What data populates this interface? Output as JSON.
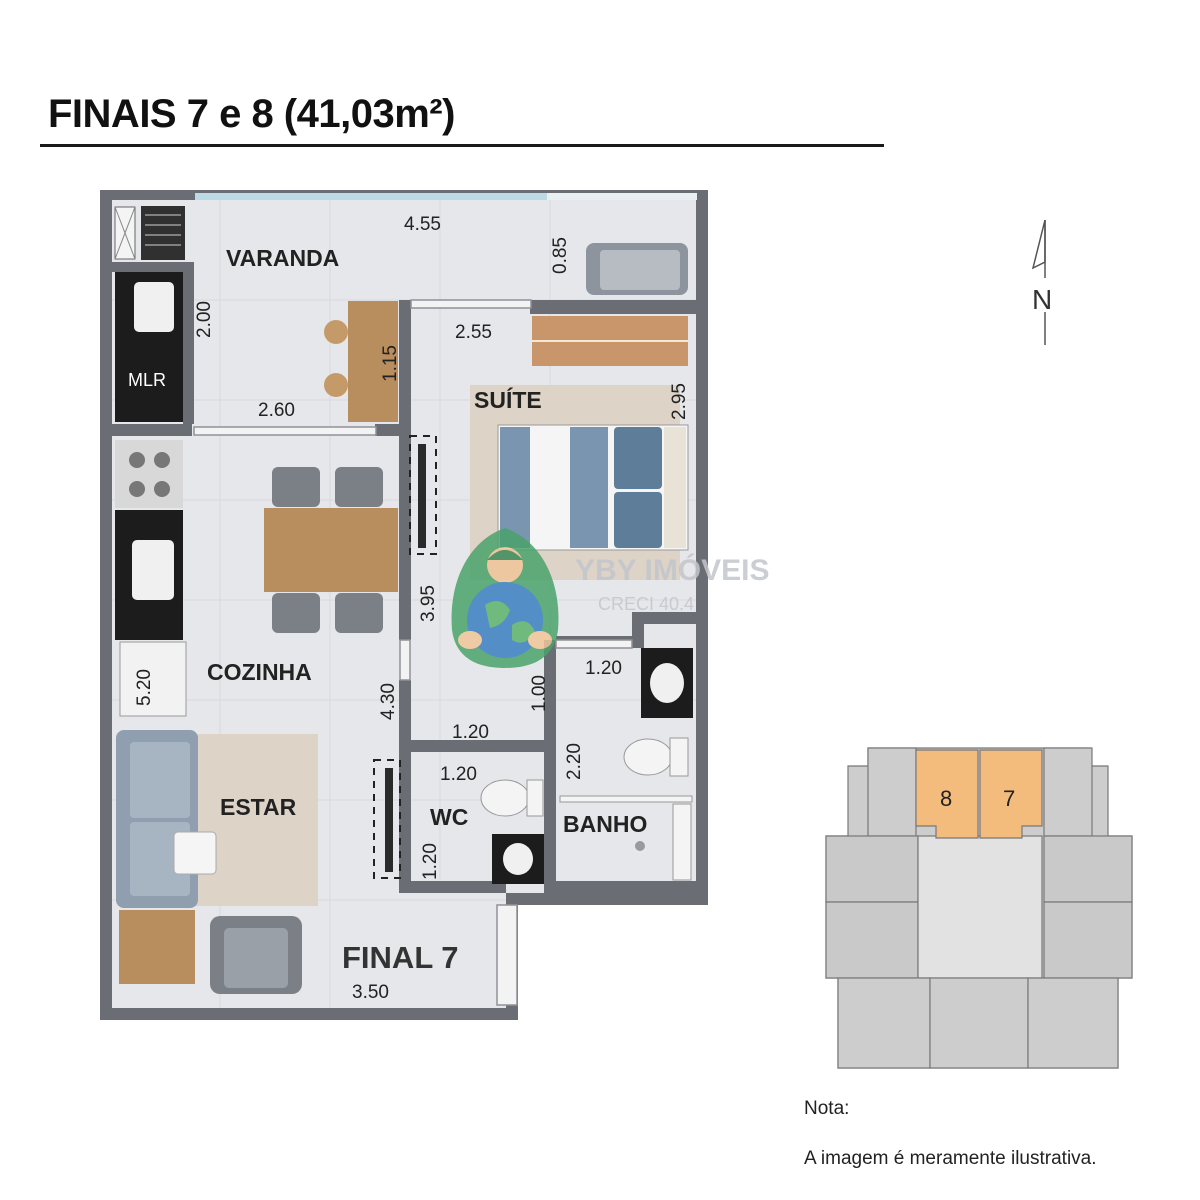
{
  "header": {
    "title": "FINAIS 7 e 8 (41,03m²)"
  },
  "plan": {
    "unit_label": "FINAL 7",
    "rooms": {
      "varanda": "VARANDA",
      "mlr": "MLR",
      "suite": "SUÍTE",
      "cozinha": "COZINHA",
      "estar": "ESTAR",
      "wc": "WC",
      "banho": "BANHO"
    },
    "dims": {
      "varanda_width": "4.55",
      "varanda_depth": "0.85",
      "mlr_height": "2.00",
      "varanda_left": "2.60",
      "bench": "1.15",
      "suite_width": "2.55",
      "suite_depth": "2.95",
      "hall_height": "3.95",
      "hall_height2": "4.30",
      "cozinha_height": "5.20",
      "hall_width": "1.20",
      "door_1_00": "1.00",
      "banho_width": "1.20",
      "banho_height": "2.20",
      "wc_width": "1.20",
      "wc_height": "1.20",
      "estar_width": "3.50"
    }
  },
  "watermark": {
    "brand": "YBY IMÓVEIS",
    "creci": "CRECI 40.4"
  },
  "compass": {
    "label": "N"
  },
  "keyplan": {
    "unit_a": "8",
    "unit_b": "7"
  },
  "note": {
    "label": "Nota:",
    "text": "A imagem é meramente ilustrativa."
  },
  "colors": {
    "wall": "#6a6d73",
    "floor": "#e6e7ea",
    "rug": "#ddd3c6",
    "wood": "#b98e5e",
    "counter": "#1c1c1c",
    "bedding": "#7a95b0",
    "highlight": "#f3bb7c",
    "keyplan_block": "#cdcdcd"
  }
}
